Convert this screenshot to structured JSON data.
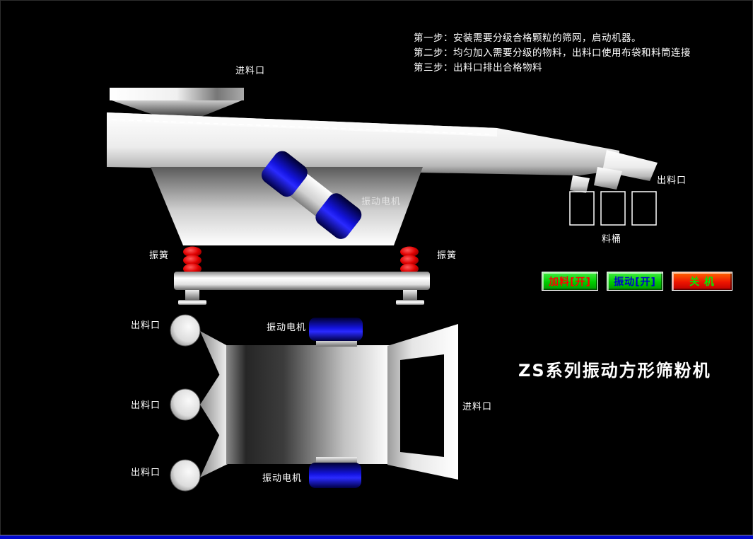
{
  "instructions": {
    "step1": "第一步：安装需要分级合格颗粒的筛网，启动机器。",
    "step2": "第二步：均匀加入需要分级的物料，出料口使用布袋和料筒连接",
    "step3": "第三步：出料口排出合格物料"
  },
  "title": "ZS系列振动方形筛粉机",
  "side_view": {
    "feed_inlet_label": "进料口",
    "vibration_motor_label": "振动电机",
    "spring_left_label": "振簧",
    "spring_right_label": "振簧",
    "outlet_label": "出料口",
    "barrels_label": "料桶",
    "barrel_count": 3
  },
  "top_view": {
    "outlet_label_1": "出料口",
    "outlet_label_2": "出料口",
    "outlet_label_3": "出料口",
    "motor_top_label": "振动电机",
    "motor_bottom_label": "振动电机",
    "feed_inlet_label": "进料口"
  },
  "controls": {
    "feed_button": {
      "label": "加料[开]",
      "bg_color": "#00cc00",
      "text_color": "#ff0000"
    },
    "vibrate_button": {
      "label": "振动[开]",
      "bg_color": "#00cc00",
      "text_color": "#0000cc"
    },
    "power_off_button": {
      "label": "关 机",
      "bg_color": "#ee1500",
      "text_color": "#00ee00"
    }
  },
  "colors": {
    "background": "#000000",
    "motor_blue": "#1414e0",
    "spring_red": "#e00000",
    "bottom_strip_blue": "#0008cc",
    "label_text": "#ffffff"
  }
}
